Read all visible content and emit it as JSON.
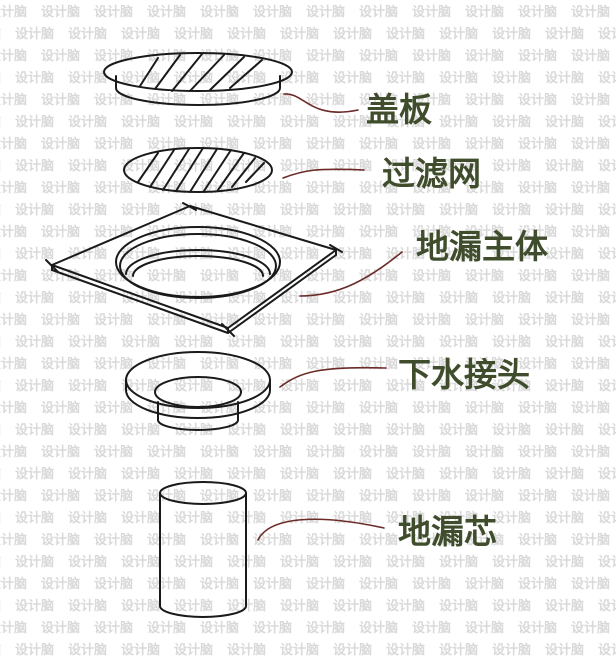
{
  "watermark": {
    "text": "设计脑",
    "color": "#d9d9d9"
  },
  "colors": {
    "ink": "#1a1a1a",
    "leader": "#6b2b27",
    "label": "#3f4d2c"
  },
  "parts": [
    {
      "id": "cover",
      "label": "盖板"
    },
    {
      "id": "filter-mesh",
      "label": "过滤网"
    },
    {
      "id": "drain-body",
      "label": "地漏主体"
    },
    {
      "id": "outlet-connector",
      "label": "下水接头"
    },
    {
      "id": "drain-core",
      "label": "地漏芯"
    }
  ]
}
